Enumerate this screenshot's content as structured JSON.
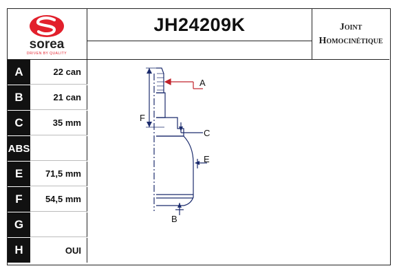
{
  "brand": {
    "logo_text": "sorea",
    "tagline": "DRIVEN BY QUALITY",
    "logo_color": "#e2202c"
  },
  "header": {
    "part_number": "JH24209K",
    "type_line1": "Joint",
    "type_line2": "Homocinétique"
  },
  "specs": [
    {
      "key": "A",
      "value": "22 can"
    },
    {
      "key": "B",
      "value": "21 can"
    },
    {
      "key": "C",
      "value": "35 mm"
    },
    {
      "key": "ABS",
      "value": ""
    },
    {
      "key": "E",
      "value": "71,5 mm"
    },
    {
      "key": "F",
      "value": "54,5 mm"
    },
    {
      "key": "G",
      "value": ""
    },
    {
      "key": "H",
      "value": "OUI"
    }
  ],
  "diagram": {
    "labels": {
      "a": "A",
      "b": "B",
      "c": "C",
      "e": "E",
      "f": "F"
    },
    "line_color": "#1a2a6c",
    "arrow_color": "#c0222a"
  }
}
